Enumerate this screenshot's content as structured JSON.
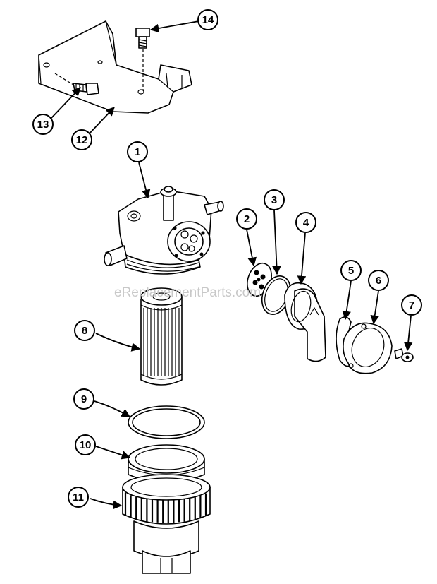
{
  "watermark": "eReplacementParts.com",
  "callouts": [
    {
      "label": "1"
    },
    {
      "label": "2"
    },
    {
      "label": "3"
    },
    {
      "label": "4"
    },
    {
      "label": "5"
    },
    {
      "label": "6"
    },
    {
      "label": "7"
    },
    {
      "label": "8"
    },
    {
      "label": "9"
    },
    {
      "label": "10"
    },
    {
      "label": "11"
    },
    {
      "label": "12"
    },
    {
      "label": "13"
    },
    {
      "label": "14"
    }
  ]
}
